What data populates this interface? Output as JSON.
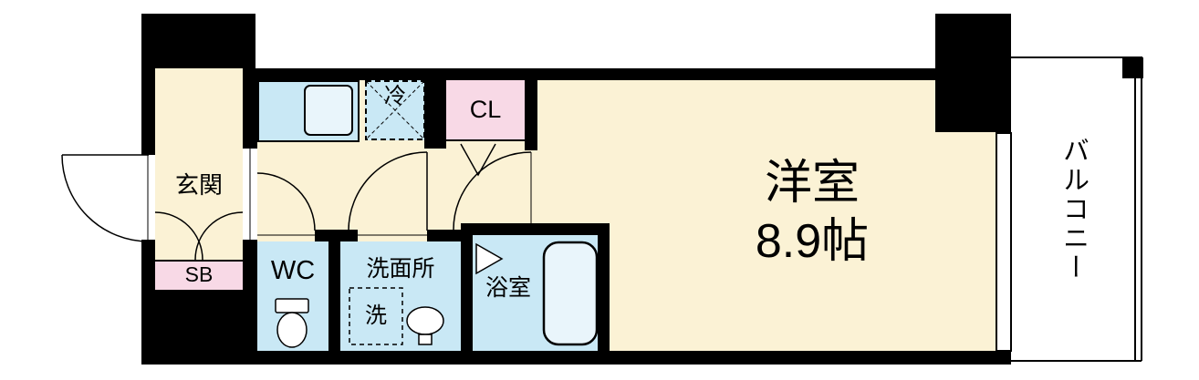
{
  "colors": {
    "wall": "#000000",
    "cream": "#FBF2D5",
    "wet": "#C9E8F5",
    "pink": "#F8D9E6",
    "fixture": "#E9F5FB",
    "white": "#FFFFFF"
  },
  "rooms": {
    "genkan": "玄関",
    "shoe_box": "SB",
    "fridge": "冷",
    "closet": "CL",
    "toilet": "WC",
    "washroom": "洗面所",
    "washing_machine": "洗",
    "bathroom": "浴室",
    "main_room_name": "洋室",
    "main_room_size": "8.9帖",
    "balcony": "バルコニー"
  }
}
